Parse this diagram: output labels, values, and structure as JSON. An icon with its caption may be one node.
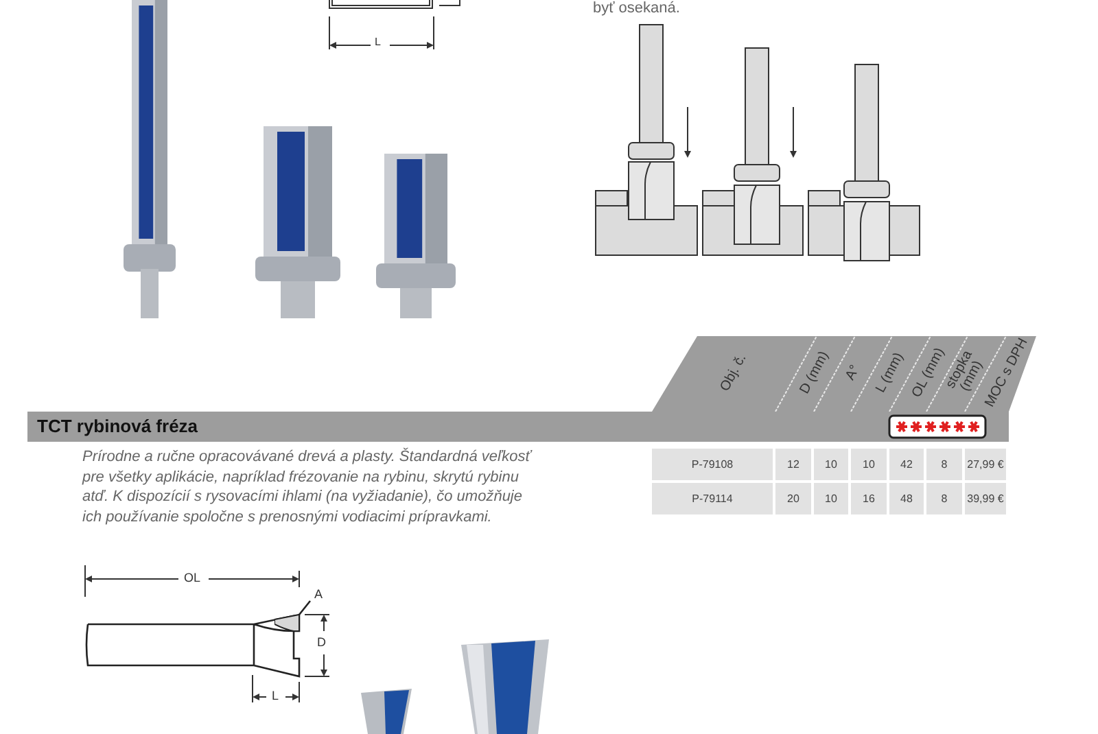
{
  "diagram": {
    "title": "TCT rybinová fréza",
    "nodes": [
      {
        "text": [
          "A"
        ]
      },
      {
        "text": [],
        "shape": "picture"
      }
    ],
    "edges": [
      {
        "from": 0,
        "to": 1,
        "arrow": "none"
      }
    ],
    "labels": [
      "byť osekaná.",
      "L",
      "Obj. č.",
      "D (mm)",
      "A°",
      "L (mm)",
      "OL (mm)",
      "stopka (mm)",
      "MOC s DPH",
      "Prírodne a ručne opracovávané drevá a plasty. Štandardná veľkosť pre všetky aplikácie, napríklad frézovanie na rybinu, skrytú rybinu atď. K dispozícií s rysovacími ihlami (na vyžiadanie), čo umožňuje ich používanie spoločne s prenosnými vodiacimi prípravkami.",
      "P-79108",
      "12",
      "10",
      "10",
      "42",
      "8",
      "27,99 €",
      "P-79114",
      "20",
      "10",
      "16",
      "48",
      "8",
      "39,99 €",
      "OL",
      "D",
      "L"
    ]
  }
}
